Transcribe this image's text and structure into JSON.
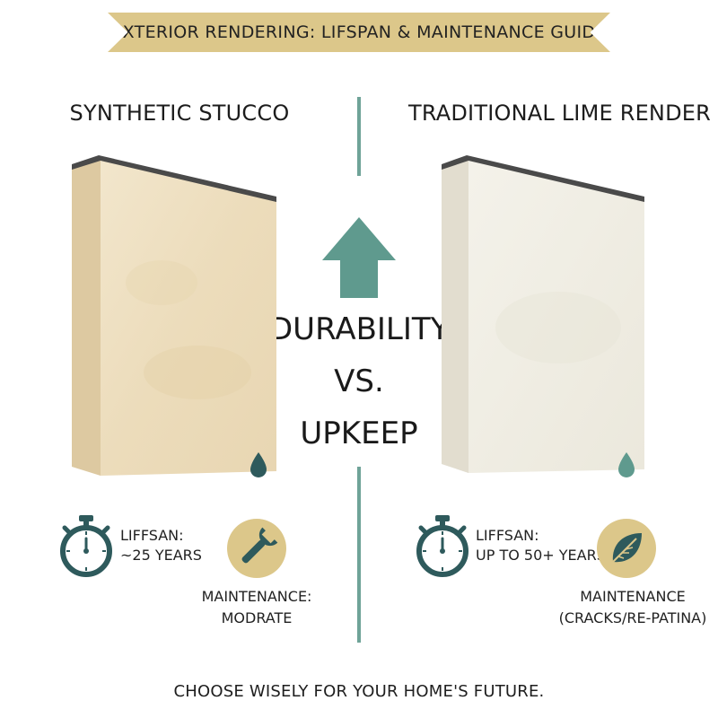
{
  "banner": {
    "title": "EXTERIOR RENDERING: LIFSPAN & MAINTENANCE GUIDE"
  },
  "left": {
    "title": "SYNTHETIC STUCCO",
    "lifespan_label": "LIFFSAN:",
    "lifespan_value": "~25 YEARS",
    "maintenance_label": "MAINTENANCE:",
    "maintenance_value": "MODRATE"
  },
  "center": {
    "line1": "DURABILITY",
    "line2": "VS.",
    "line3": "UPKEEP"
  },
  "right": {
    "title": "TRADITIONAL LIME RENDER",
    "lifespan_label": "LIFFSAN:",
    "lifespan_value": "UP TO 50+ YEARS",
    "maintenance_label": "MAINTENANCE",
    "maintenance_value": "(CRACKS/RE-PATINA)"
  },
  "footer": {
    "text": "CHOOSE WISELY FOR YOUR HOME'S FUTURE."
  },
  "colors": {
    "accent_teal": "#5f9a8e",
    "dark_teal": "#2e5a5c",
    "gold": "#dcc78a",
    "stucco": "#efe1c4",
    "lime": "#f1efe6"
  },
  "icons": [
    "stopwatch-icon",
    "wrench-icon",
    "leaf-icon",
    "water-drop-icon",
    "arrow-up-icon"
  ]
}
